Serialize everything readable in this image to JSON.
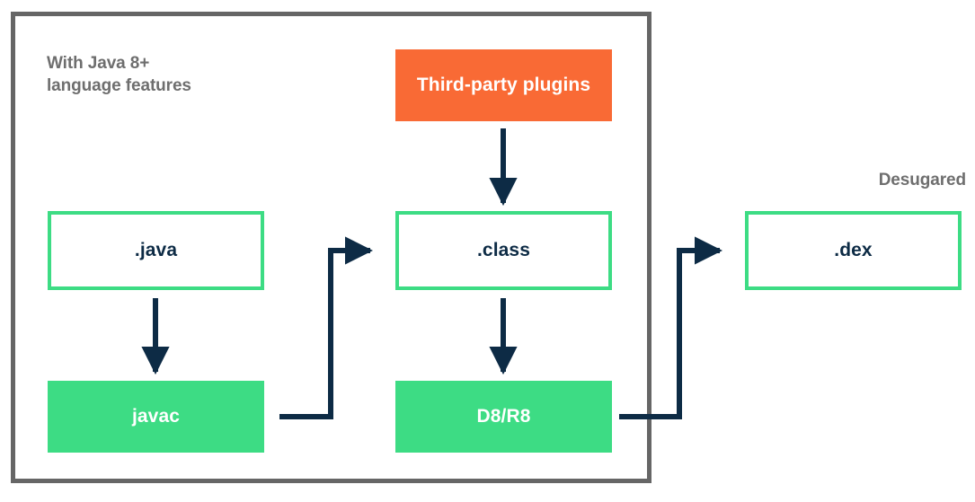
{
  "diagram": {
    "title_caption": "With Java 8+\nlanguage features",
    "right_caption": "Desugared",
    "colors": {
      "green": "#3ddc84",
      "orange": "#f96a35",
      "dark_navy": "#0d2b45",
      "gray_border": "#666666",
      "gray_text": "#6e6e6e",
      "white": "#ffffff"
    },
    "nodes": {
      "java": {
        "label": ".java",
        "style": "outline-green"
      },
      "javac": {
        "label": "javac",
        "style": "filled-green"
      },
      "klass": {
        "label": ".class",
        "style": "outline-green"
      },
      "d8r8": {
        "label": "D8/R8",
        "style": "filled-green"
      },
      "plugins": {
        "label": "Third-party plugins",
        "style": "filled-orange"
      },
      "dex": {
        "label": ".dex",
        "style": "outline-green"
      }
    },
    "edges": [
      {
        "from": "java",
        "to": "javac",
        "shape": "vertical"
      },
      {
        "from": "javac",
        "to": "klass",
        "shape": "elbow"
      },
      {
        "from": "plugins",
        "to": "klass",
        "shape": "vertical"
      },
      {
        "from": "klass",
        "to": "d8r8",
        "shape": "vertical"
      },
      {
        "from": "d8r8",
        "to": "dex",
        "shape": "elbow"
      }
    ]
  }
}
